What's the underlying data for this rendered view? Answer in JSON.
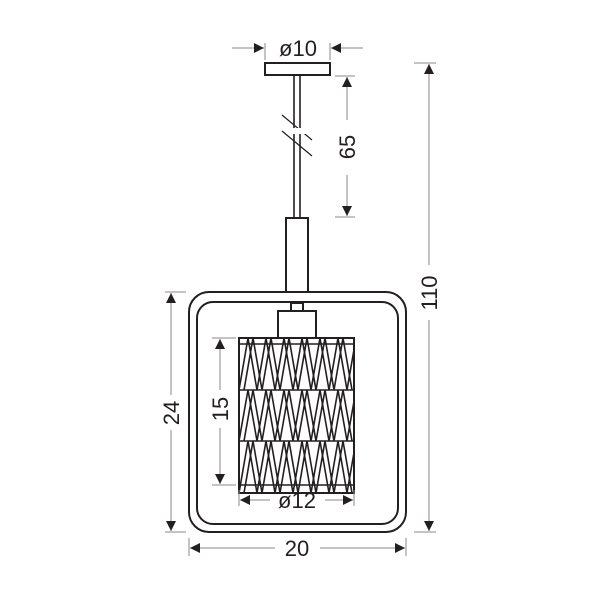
{
  "diagram": {
    "type": "technical-dimension-drawing",
    "subject": "pendant lamp",
    "colors": {
      "line": "#231f20",
      "dimension_line": "#8a8a8a",
      "background": "#ffffff"
    },
    "dimensions": {
      "canopy_diameter": "ø10",
      "rod_length": "65",
      "total_height": "110",
      "frame_height": "24",
      "shade_height": "15",
      "shade_diameter": "ø12",
      "frame_width": "20"
    }
  }
}
